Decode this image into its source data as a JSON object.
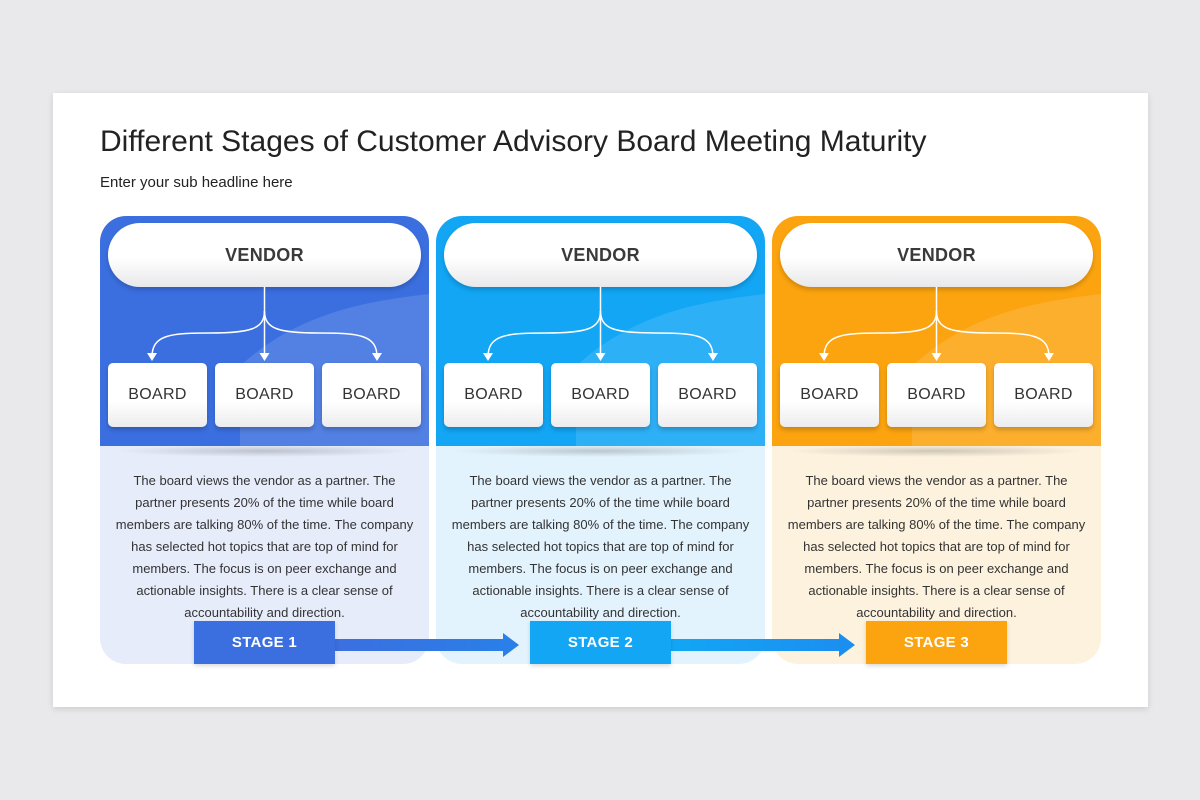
{
  "title": "Different Stages of Customer Advisory Board Meeting Maturity",
  "subtitle": "Enter your sub headline here",
  "panels": [
    {
      "vendor": "VENDOR",
      "boards": [
        "BOARD",
        "BOARD",
        "BOARD"
      ],
      "description": "The board views the vendor as a partner. The partner presents 20% of the time while board members are talking 80% of the time. The company has selected hot topics that are top of mind for members. The focus is on peer exchange and actionable insights. There is a clear sense of accountability and direction.",
      "stage": "STAGE 1",
      "color": "#3b6fe0",
      "light": "#e7ecfb"
    },
    {
      "vendor": "VENDOR",
      "boards": [
        "BOARD",
        "BOARD",
        "BOARD"
      ],
      "description": "The board views the vendor as a partner. The partner presents 20% of the time while board members are talking 80% of the time. The company has selected hot topics that are top of mind for members. The focus is on peer exchange and actionable insights. There is a clear sense of accountability and direction.",
      "stage": "STAGE 2",
      "color": "#12a6f5",
      "light": "#e3f3fd"
    },
    {
      "vendor": "VENDOR",
      "boards": [
        "BOARD",
        "BOARD",
        "BOARD"
      ],
      "description": "The board views the vendor as a partner. The partner presents 20% of the time while board members are talking 80% of the time. The company has selected hot topics that are top of mind for members. The focus is on peer exchange and actionable insights. There is a clear sense of accountability and direction.",
      "stage": "STAGE 3",
      "color": "#fca40f",
      "light": "#fdf2de"
    }
  ]
}
